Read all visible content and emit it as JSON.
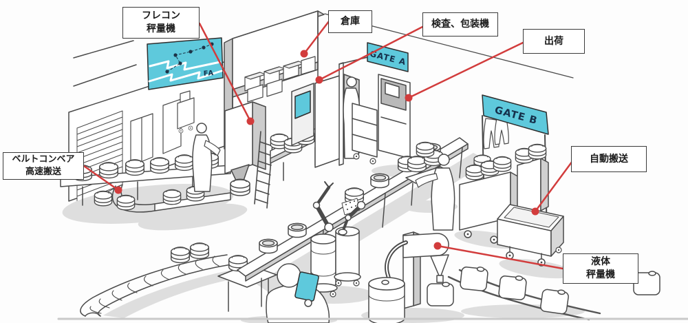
{
  "callouts": {
    "frecon_weigher": "フレコン\n秤量機",
    "warehouse": "倉庫",
    "inspection_packaging": "検査、包装機",
    "shipping": "出荷",
    "belt_conveyor": "ベルトコンベア\n高速搬送",
    "auto_transport": "自動搬送",
    "liquid_weigher": "液体\n秤量機"
  },
  "signs": {
    "gate_a": "GATE A",
    "gate_b": "GATE B",
    "fa_panel": "FA"
  },
  "colors": {
    "callout_red": "#d23c3c",
    "sign_cyan": "#5ec9dc",
    "line_dark": "#4a4a4a"
  }
}
